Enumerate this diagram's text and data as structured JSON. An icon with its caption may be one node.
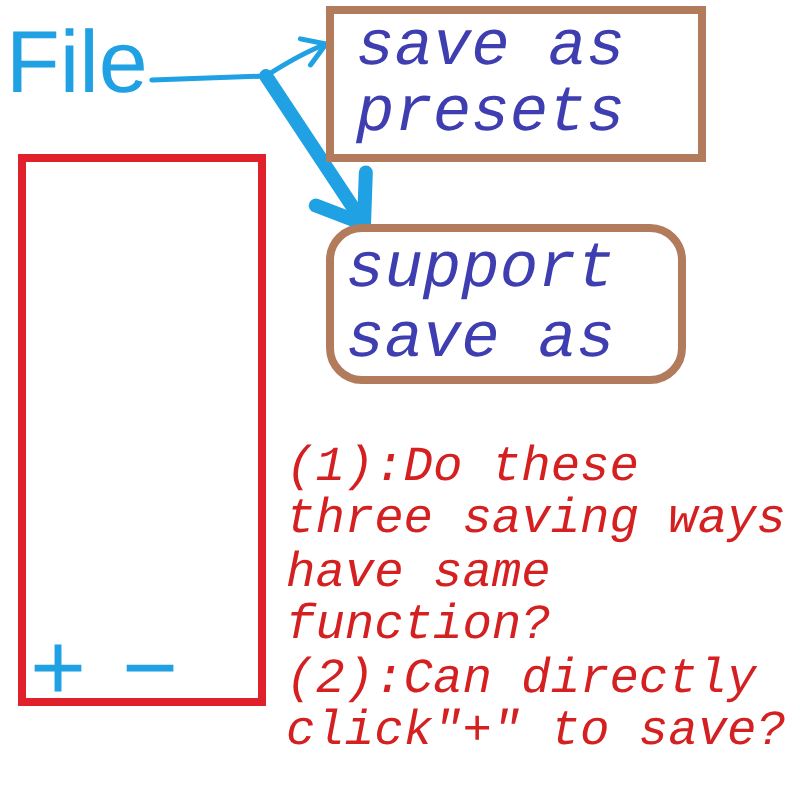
{
  "diagram": {
    "nodes": [
      {
        "text": [
          "File"
        ]
      },
      {
        "text": [
          "save as presets"
        ]
      },
      {
        "text": [
          "support save as"
        ]
      },
      {
        "text": [
          "+",
          "−"
        ]
      }
    ],
    "edges": [
      {
        "from": 0,
        "to": 1,
        "arrow": "to"
      },
      {
        "from": 0,
        "to": 2,
        "arrow": "to",
        "style": "thick"
      }
    ],
    "labels": [
      "(1):Do these three saving ways have same function?",
      "(2):Can directly click\"+\" to save?"
    ]
  }
}
